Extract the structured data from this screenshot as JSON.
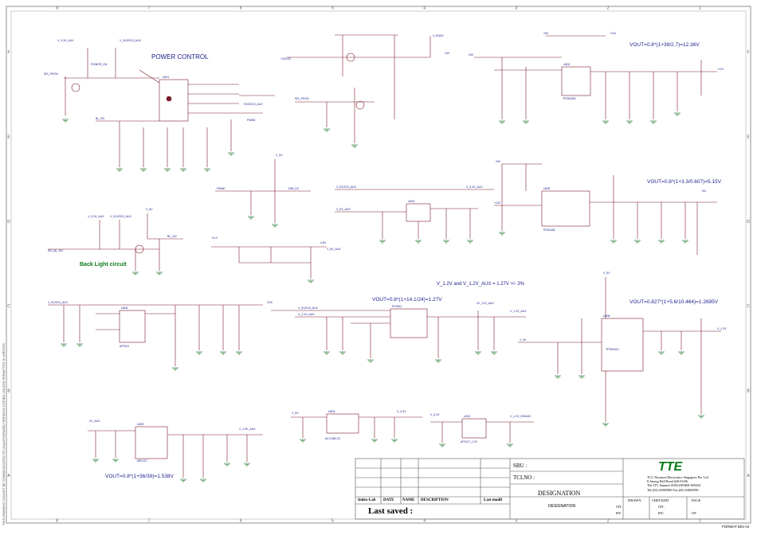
{
  "sheet": {
    "border_columns": [
      "8",
      "7",
      "6",
      "5",
      "4",
      "3",
      "2",
      "1"
    ],
    "border_rows": [
      "F",
      "E",
      "D",
      "C",
      "B",
      "A"
    ],
    "side_note": "THIS DRAWING CANNOT BE COMMUNICATED TO UNAUTHORIZED PERSONS COPIED UNLESS PERMITTED IN WRITING",
    "format_label": "FORMAT DIN A3"
  },
  "blocks": {
    "power_control": {
      "title": "POWER CONTROL"
    },
    "back_light": {
      "title": "Back Light circuit"
    },
    "vout_12v": {
      "label": "VOUT=0.8*(1+39/2.7)=12.36V"
    },
    "vout_5v": {
      "label": "VOUT=0.8*(1+3.3/0.607)=5.15V"
    },
    "v12_note": {
      "label": "V_1.2V and V_1.2V_AUX = 1.27V +/- 3%"
    },
    "vout_127": {
      "label": "VOUT=0.8*(1+14.1/24)=1.27V"
    },
    "vout_12695": {
      "label": "VOUT=0.827*(1+5.6/10.464)=1.2695V"
    },
    "vout_1538": {
      "label": "VOUT=0.8*(1+36/39)=1.538V"
    }
  },
  "nets": [
    "V_3.3V_AUX",
    "V_3V3/3V3_AUX",
    "POWER_ON",
    "SIS_PSON",
    "BL_EN",
    "BL_ON",
    "V_5V",
    "PWMC",
    "V_5V",
    "V_3.3V",
    "V_3.3V_AUX",
    "V_5V/3V3_AUX",
    "V_12V",
    "V_3.3V_AUX",
    "V_5V_AUX",
    "V_1.2V_AUX",
    "V_1.2V",
    "V_1V2_AUX",
    "V_1V2_HSIADC",
    "+24V",
    "+12V",
    "+5V",
    "+24V/12V",
    "V_BUS0",
    "V_3V3_AUX",
    "ZV_3V3",
    "V_5V_AUX",
    "V_3.3V",
    "V_5V"
  ],
  "ics": [
    "U601",
    "U602",
    "U603",
    "U604",
    "U605",
    "U606",
    "U607",
    "U608",
    "U609",
    "U610",
    "TPS54352",
    "TPS54310",
    "AP1084-33",
    "AP1117-1.2V",
    "MP2127",
    "AP3211",
    "RT9042",
    "RT8110B"
  ],
  "title_block": {
    "sbu_label": "SBU :",
    "tclno_label": "TCLNO :",
    "col_index": "Index-Lab",
    "col_date": "DATE",
    "col_name": "NAME",
    "col_desc": "DESCRIPTION",
    "col_lastmod": "Last modif",
    "last_saved": "Last saved :",
    "designation_label": "DESIGNATION",
    "designation_value": "DESIGNATION",
    "logo": "TTE",
    "company_lines": [
      "TCL Thomson Electronics Singapore Pte. Ltd",
      "8 Jurong Hall Road #26-03/06",
      "The JTC Summit SINGAPORE 609434",
      "Tel:(65) 63082900 Fax:(65) 63082990"
    ],
    "drawn": "DRAWN",
    "on": "ON:",
    "by": "BY:",
    "checked": "CHECKED",
    "page": "PAGE",
    "of": "OF",
    "on2": "ON:",
    "by2": "BY:"
  },
  "colors": {
    "wire": "#7a1b2b",
    "ink": "#1a1a8c",
    "ground": "#0b6b1b",
    "title_green": "#0a7a1a",
    "frame": "#555555"
  }
}
